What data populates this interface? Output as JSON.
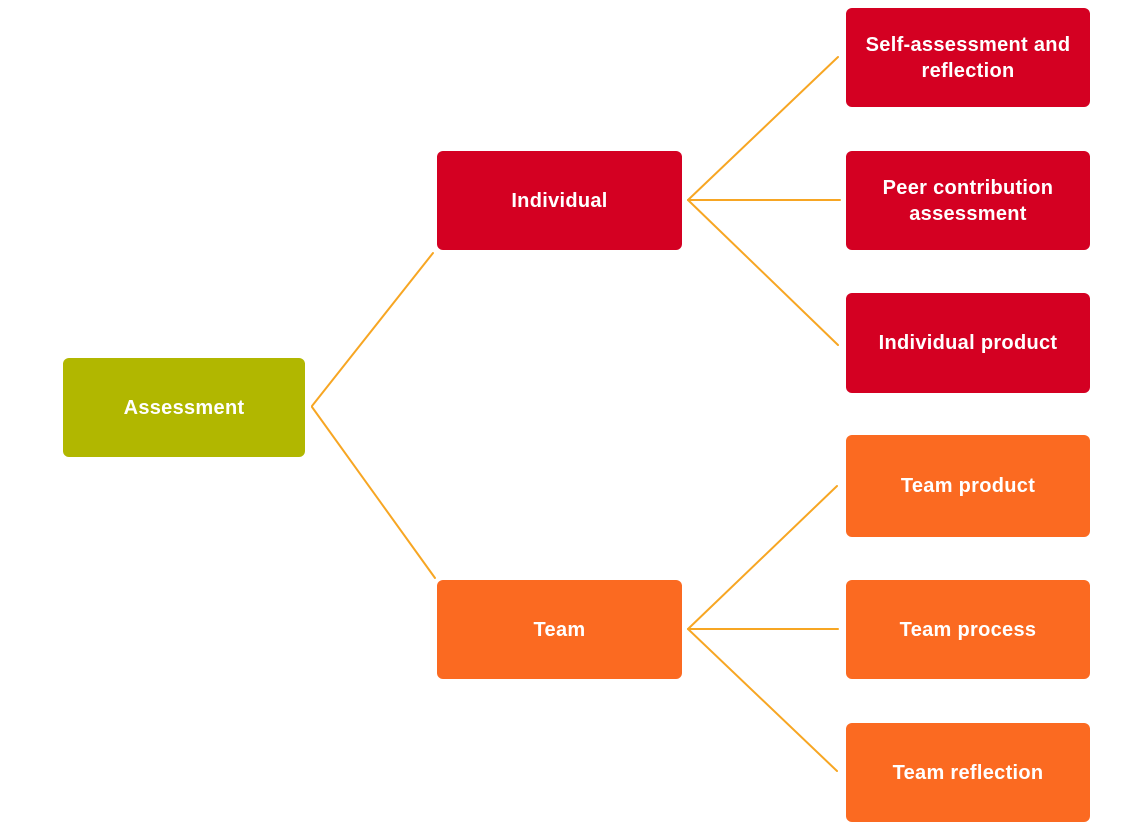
{
  "colors": {
    "assessment_green": "#b1b700",
    "individual_red": "#d40022",
    "team_orange": "#fb6a21",
    "connector_orange": "#f7a623",
    "label_text": "#ffffff"
  },
  "nodes": {
    "assessment": {
      "label": "Assessment",
      "color": "assessment_green",
      "level": 0
    },
    "individual": {
      "label": "Individual",
      "color": "individual_red",
      "level": 1
    },
    "team": {
      "label": "Team",
      "color": "team_orange",
      "level": 1
    },
    "self_assessment": {
      "label": "Self-assessment and reflection",
      "color": "individual_red",
      "level": 2
    },
    "peer_contribution": {
      "label": "Peer contribution assessment",
      "color": "individual_red",
      "level": 2
    },
    "individual_product": {
      "label": "Individual product",
      "color": "individual_red",
      "level": 2
    },
    "team_product": {
      "label": "Team product",
      "color": "team_orange",
      "level": 2
    },
    "team_process": {
      "label": "Team process",
      "color": "team_orange",
      "level": 2
    },
    "team_reflection": {
      "label": "Team reflection",
      "color": "team_orange",
      "level": 2
    }
  },
  "edges": [
    {
      "from": "Assessment",
      "to": "Individual"
    },
    {
      "from": "Assessment",
      "to": "Team"
    },
    {
      "from": "Individual",
      "to": "Self-assessment and reflection"
    },
    {
      "from": "Individual",
      "to": "Peer contribution assessment"
    },
    {
      "from": "Individual",
      "to": "Individual product"
    },
    {
      "from": "Team",
      "to": "Team product"
    },
    {
      "from": "Team",
      "to": "Team process"
    },
    {
      "from": "Team",
      "to": "Team reflection"
    }
  ]
}
